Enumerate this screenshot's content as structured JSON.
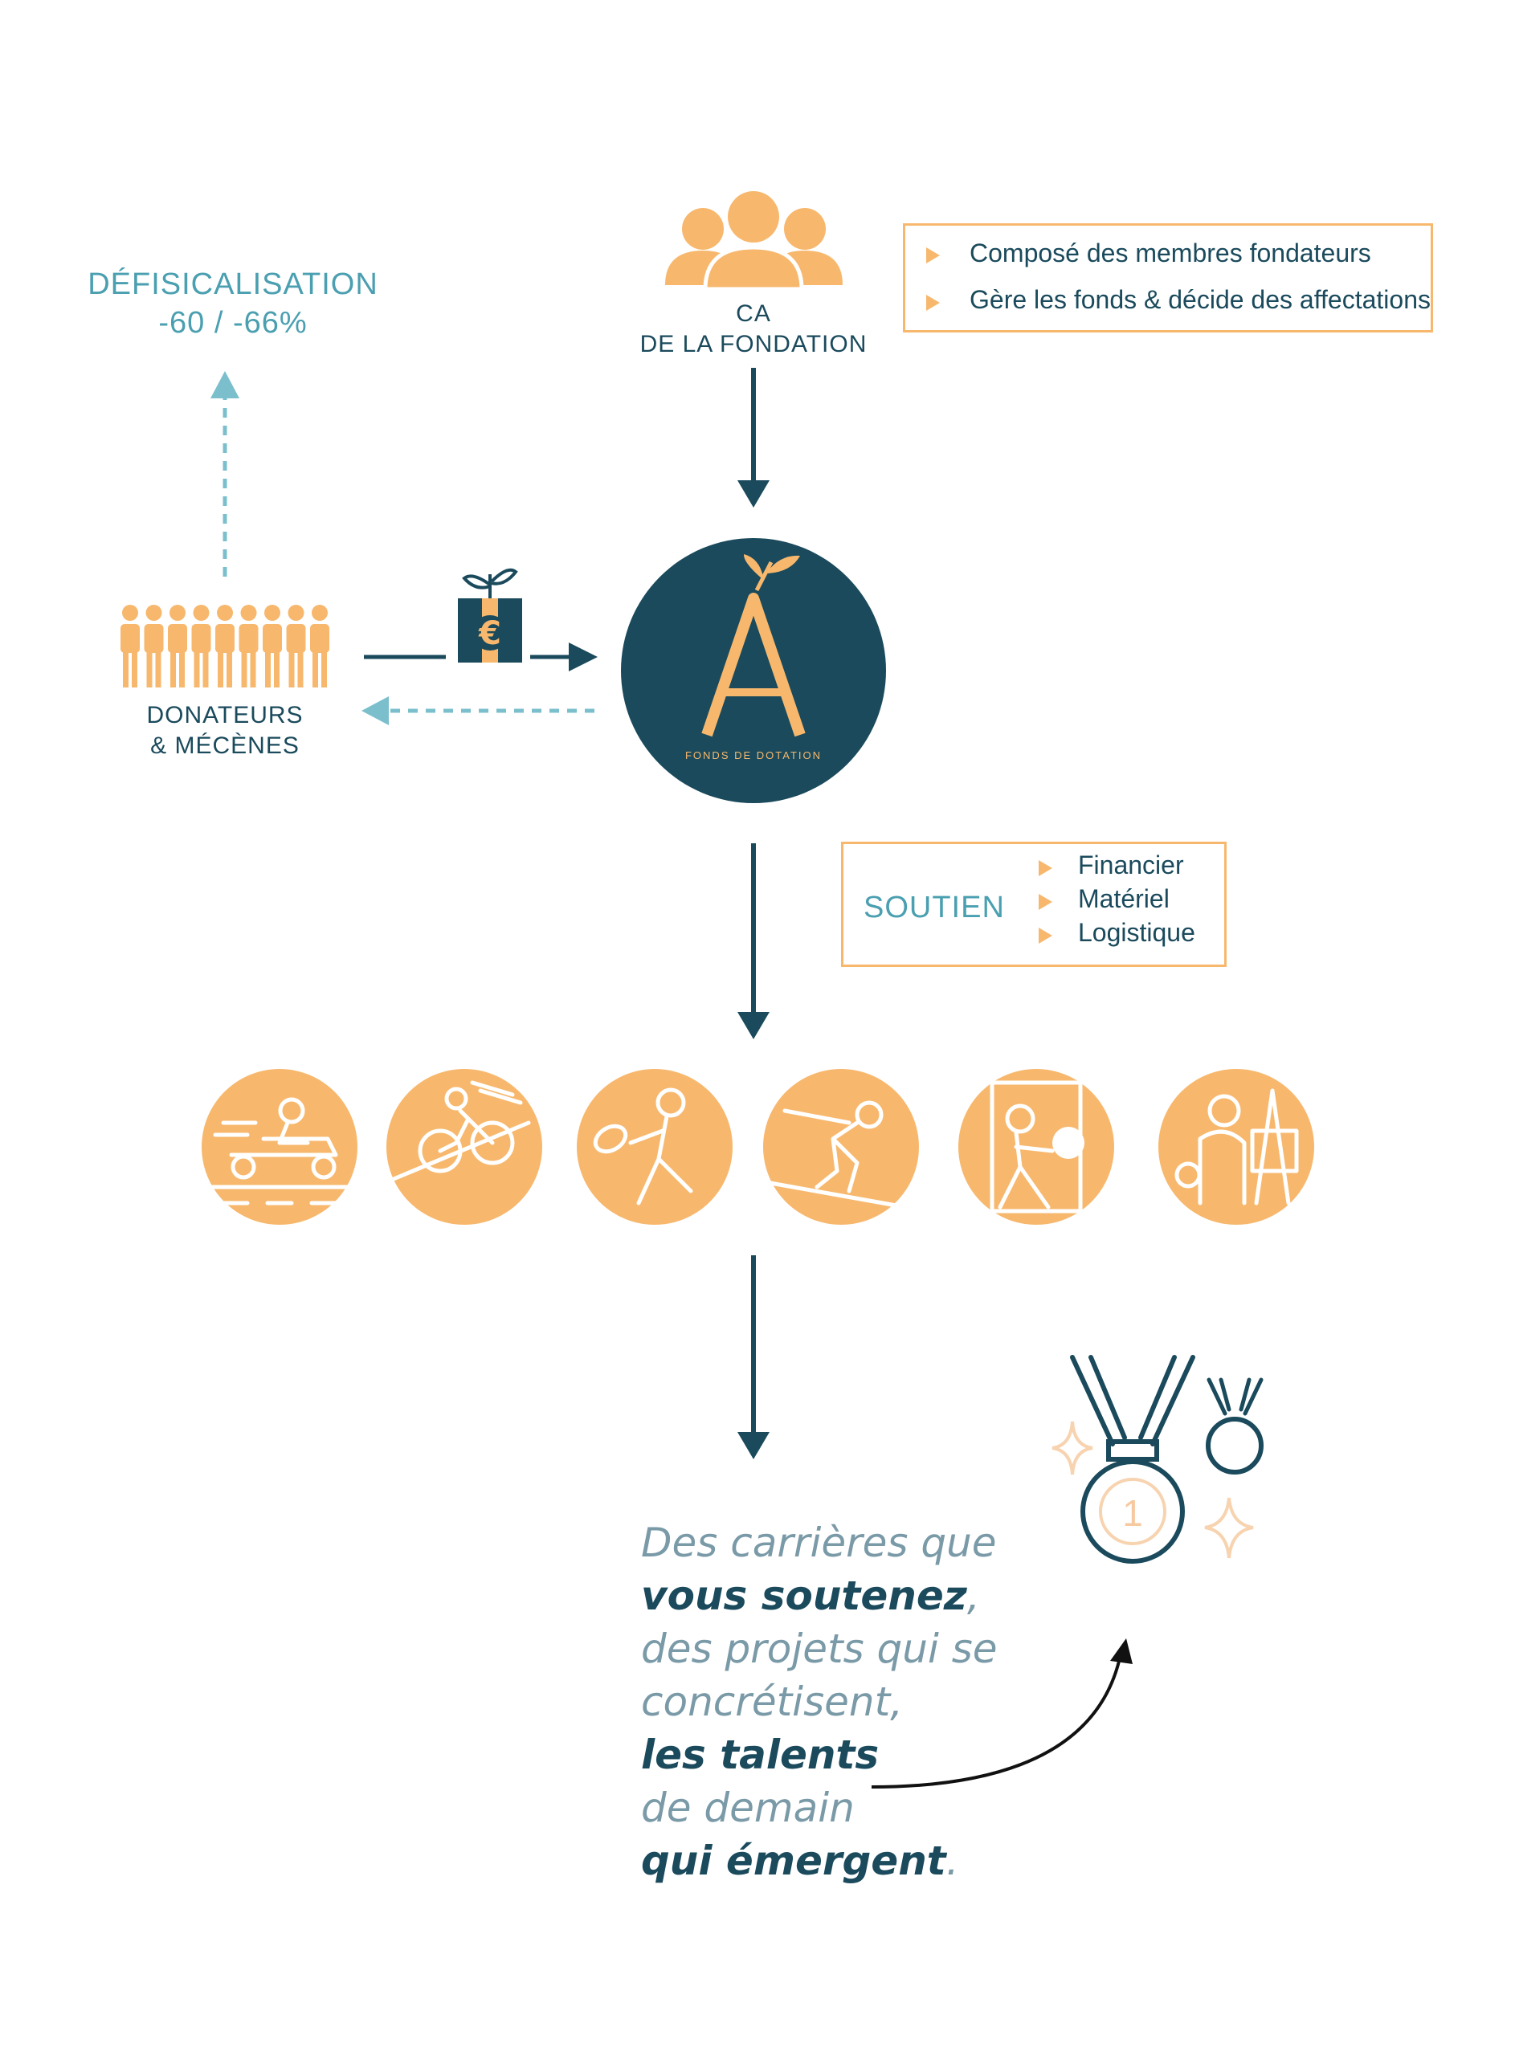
{
  "defiscalisation": {
    "title": "DÉFISICALISATION",
    "rate": "-60 / -66%"
  },
  "ca": {
    "line1": "CA",
    "line2": "DE LA FONDATION"
  },
  "ca_box": {
    "items": [
      "Composé des membres fondateurs",
      "Gère les fonds & décide des affectations"
    ]
  },
  "donateurs": {
    "line1": "DONATEURS",
    "line2": "& MÉCÈNES"
  },
  "logo": {
    "letter": "Á",
    "caption": "FONDS DE DOTATION"
  },
  "soutien": {
    "title": "SOUTIEN",
    "items": [
      "Financier",
      "Matériel",
      "Logistique"
    ]
  },
  "disciplines": [
    {
      "icon": "karting-icon"
    },
    {
      "icon": "cycling-icon"
    },
    {
      "icon": "tennis-icon"
    },
    {
      "icon": "skiing-icon"
    },
    {
      "icon": "padel-icon"
    },
    {
      "icon": "painting-icon"
    }
  ],
  "quote": {
    "p1": "Des carrières que",
    "p2": "vous soutenez",
    "p3": ",",
    "p4": "des projets qui se",
    "p5": "concrétisent,",
    "p6": "les talents",
    "p7": "de demain",
    "p8": "qui émergent",
    "p9": "."
  },
  "medal": {
    "number": "1"
  },
  "colors": {
    "navy": "#1a4a5c",
    "orange": "#f7b86e",
    "teal": "#4a9fb0"
  }
}
